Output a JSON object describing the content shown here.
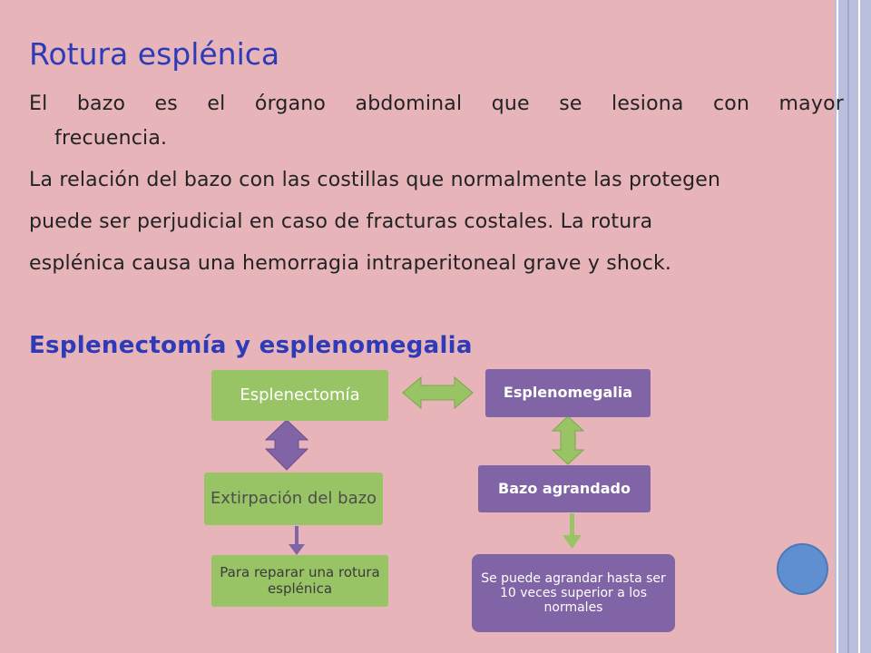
{
  "slide": {
    "title": "Rotura esplénica",
    "paragraph1_line1": "El bazo es el órgano abdominal que se lesiona con mayor",
    "paragraph1_line2": "frecuencia.",
    "paragraph2_line1": "La relación del bazo con las costillas que normalmente las protegen",
    "paragraph2_line2": "puede ser perjudicial en caso de fracturas costales.  La rotura",
    "paragraph2_line3": "esplénica causa una hemorragia intraperitoneal grave y shock.",
    "subtitle": "Esplenectomía y esplenomegalia"
  },
  "diagram": {
    "nodes": {
      "esplenectomia": "Esplenectomía",
      "esplenomegalia": "Esplenomegalia",
      "extirpacion": "Extirpación del bazo",
      "bazo_agrandado": "Bazo agrandado",
      "reparar": "Para reparar una rotura esplénica",
      "agrandar": "Se puede agrandar hasta ser 10 veces superior a los normales"
    }
  },
  "colors": {
    "title": "#2d3bb8",
    "green_box": "#98c466",
    "purple_box": "#8064a6",
    "background": "#e6b4b9",
    "circle": "#5f8fd0"
  }
}
